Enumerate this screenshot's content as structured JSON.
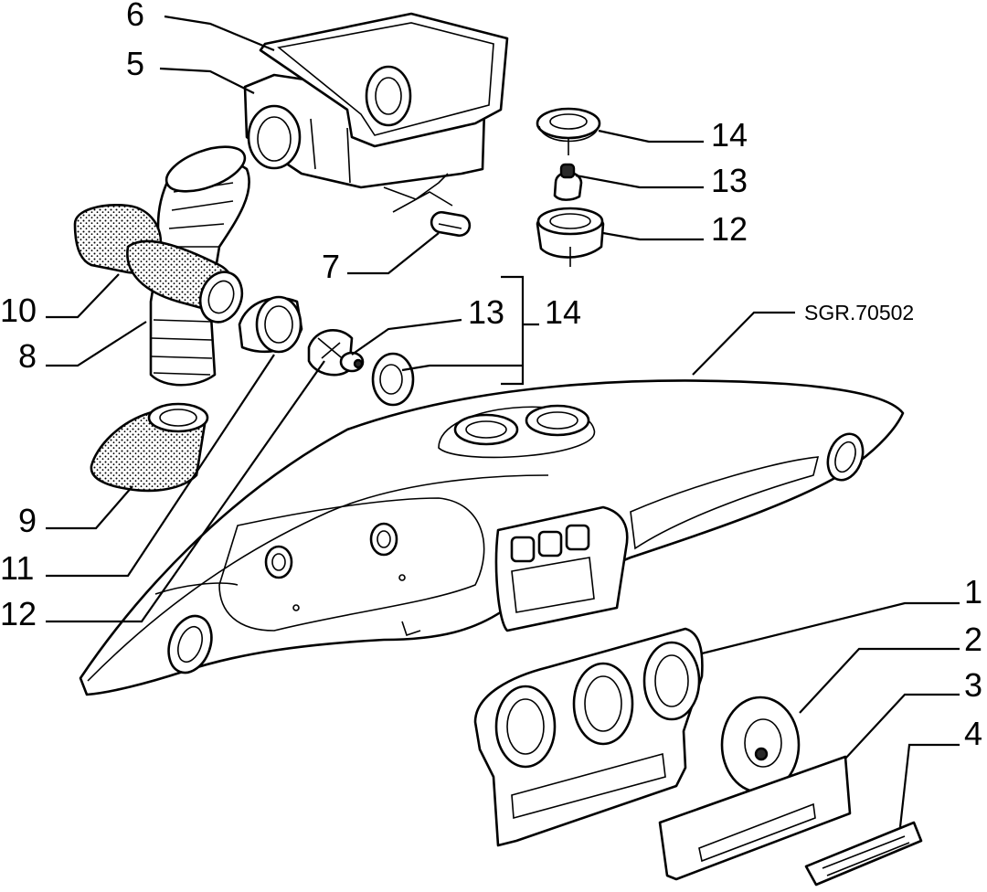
{
  "drawing_code": "SGR.70502",
  "callouts": {
    "c1": "1",
    "c2": "2",
    "c3": "3",
    "c4": "4",
    "c5": "5",
    "c6": "6",
    "c7": "7",
    "c8": "8",
    "c9": "9",
    "c10": "10",
    "c11": "11",
    "c12a": "12",
    "c12b": "12",
    "c13a": "13",
    "c13b": "13",
    "c14a": "14",
    "c14b": "14"
  }
}
